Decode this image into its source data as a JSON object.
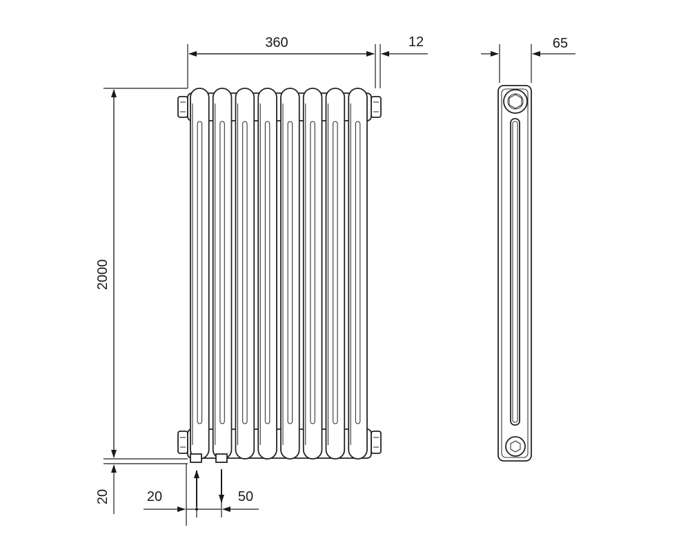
{
  "diagram": {
    "dimensions": {
      "width": "360",
      "side_offset": "12",
      "depth": "65",
      "height": "2000",
      "floor_clearance": "20",
      "pipe_offset": "20",
      "pipe_spacing": "50"
    },
    "columns": 8,
    "colors": {
      "line": "#1a1a1a",
      "background": "#ffffff"
    }
  }
}
